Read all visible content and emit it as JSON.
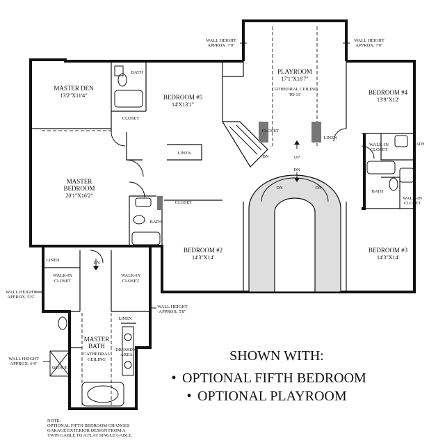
{
  "rooms": {
    "master_den": {
      "name": "MASTER DEN",
      "dim": "13'2\"X11'4\""
    },
    "bedroom5": {
      "name": "BEDROOM #5",
      "dim": "14'X13'1\""
    },
    "playroom": {
      "name": "PLAYROOM",
      "dim": "17'1\"X16'7\"",
      "ceiling_1": "CATHEDRAL CEILING",
      "ceiling_2": "TO 11'"
    },
    "bedroom4": {
      "name": "BEDROOM #4",
      "dim": "13'9\"X12'"
    },
    "master_bedroom": {
      "name_1": "MASTER",
      "name_2": "BEDROOM",
      "dim": "20'1\"X16'2\""
    },
    "bedroom2": {
      "name": "BEDROOM #2",
      "dim": "14'3\"X14'"
    },
    "bedroom3": {
      "name": "BEDROOM #3",
      "dim": "14'3\"X14'"
    },
    "master_bath": {
      "name_1": "MASTER",
      "name_2": "BATH",
      "ceiling_1": "CATHEDRAL",
      "ceiling_2": "CEILING"
    }
  },
  "labels": {
    "bath": "BATH",
    "closet": "CLOSET",
    "linen": "LINEN",
    "walk_in_1": "WALK-IN",
    "walk_in_2": "CLOSET",
    "shower": "SHOWER",
    "dressing_1": "DRESSING",
    "dressing_2": "AREA",
    "dn": "DN",
    "up": "UP"
  },
  "wall_heights": {
    "top_left": {
      "l1": "WALL HEIGHT",
      "l2": "APPROX. 7'0\""
    },
    "top_right": {
      "l1": "WALL HEIGHT",
      "l2": "APPROX. 7'0\""
    },
    "left_mid": {
      "l1": "WALL HEIGHT",
      "l2": "APPROX. 5'6\""
    },
    "center": {
      "l1": "WALL HEIGHT",
      "l2": "APPROX. 5'8\""
    },
    "left_low": {
      "l1": "WALL HEIGHT",
      "l2": "APPROX. 6'4\""
    }
  },
  "caption": {
    "title": "SHOWN WITH:",
    "bullet": "•",
    "option_1": "OPTIONAL FIFTH BEDROOM",
    "option_2": "OPTIONAL PLAYROOM"
  },
  "note": {
    "l1": "NOTE:",
    "l2": "OPTIONAL FIFTH BEDROOM CHANGES",
    "l3": "GARAGE EXTERIOR DESIGN FROM A",
    "l4": "TWIN GABLE TO A FLAT SINGLE GABLE."
  }
}
